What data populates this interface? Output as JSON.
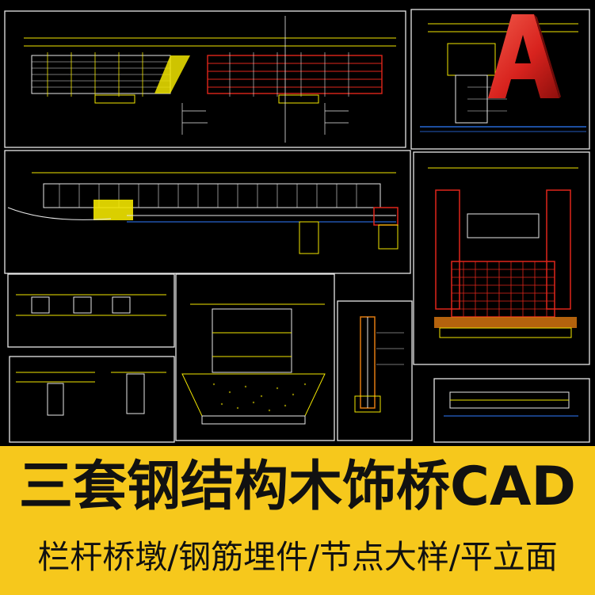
{
  "banner": {
    "title": "三套钢结构木饰桥CAD",
    "subtitle": "栏杆桥墩/钢筋埋件/节点大样/平立面",
    "background_color": "#f6c81c",
    "text_color": "#111111"
  },
  "drawing": {
    "background_color": "#000000",
    "line_colors": {
      "yellow": "#f2e600",
      "red": "#e0261b",
      "white": "#e8e8e8",
      "blue": "#2f7cff",
      "orange": "#e07a10"
    }
  },
  "logo": {
    "letter": "A",
    "color": "#d8231e",
    "icon": "autocad-logo"
  }
}
